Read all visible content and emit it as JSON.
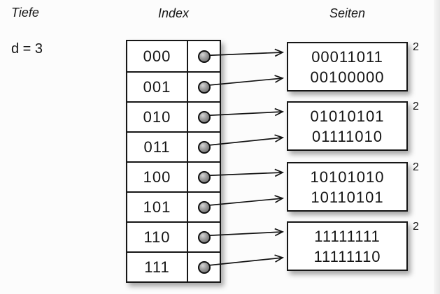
{
  "labels": {
    "depth_title": "Tiefe",
    "depth_value": "d = 3",
    "index_title": "Index",
    "pages_title": "Seiten"
  },
  "index_table": {
    "rows": [
      {
        "bits": "000",
        "page": 0
      },
      {
        "bits": "001",
        "page": 0
      },
      {
        "bits": "010",
        "page": 1
      },
      {
        "bits": "011",
        "page": 1
      },
      {
        "bits": "100",
        "page": 2
      },
      {
        "bits": "101",
        "page": 2
      },
      {
        "bits": "110",
        "page": 3
      },
      {
        "bits": "111",
        "page": 3
      }
    ]
  },
  "pages": [
    {
      "entries": [
        "00011011",
        "00100000"
      ],
      "local_depth": "2"
    },
    {
      "entries": [
        "01010101",
        "01111010"
      ],
      "local_depth": "2"
    },
    {
      "entries": [
        "10101010",
        "10110101"
      ],
      "local_depth": "2"
    },
    {
      "entries": [
        "11111111",
        "11111110"
      ],
      "local_depth": "2"
    }
  ],
  "colors": {
    "stroke": "#161616",
    "box_fill": "#ffffff",
    "dot_fill": "#9a9a9a",
    "background": "#fcfcfc",
    "edge_strip": "#e7e7e7"
  }
}
